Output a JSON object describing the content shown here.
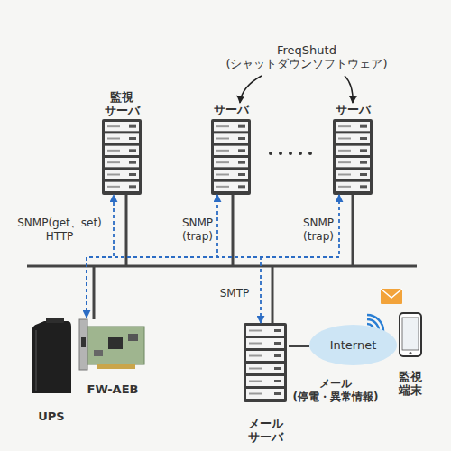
{
  "diagram": {
    "nodes": [
      {
        "text": [
          "FreqShutd (シャットダウンソフトウェア)"
        ]
      },
      {
        "text": [
          "監視 サーバ"
        ]
      },
      {
        "text": [
          "サーバ"
        ]
      },
      {
        "text": [
          "サーバ"
        ]
      },
      {
        "text": [
          "UPS"
        ]
      },
      {
        "text": [
          "FW-AEB"
        ]
      },
      {
        "text": [
          "メール サーバ"
        ]
      },
      {
        "text": [
          "Internet"
        ]
      },
      {
        "text": [
          "監視 端末"
        ]
      }
    ],
    "edges": [
      {
        "from": 0,
        "to": 2,
        "arrow": "to"
      },
      {
        "from": 0,
        "to": 3,
        "arrow": "to"
      },
      {
        "from": 5,
        "to": 1,
        "arrow": "both",
        "label": "SNMP(get、set) HTTP"
      },
      {
        "from": 5,
        "to": 2,
        "arrow": "to",
        "label": "SNMP (trap)"
      },
      {
        "from": 5,
        "to": 3,
        "arrow": "to",
        "label": "SNMP (trap)"
      },
      {
        "from": 5,
        "to": 6,
        "arrow": "to",
        "label": "SMTP"
      },
      {
        "from": 6,
        "to": 7,
        "arrow": "none"
      }
    ],
    "labels": [
      "メール (停電・異常情報)"
    ]
  }
}
